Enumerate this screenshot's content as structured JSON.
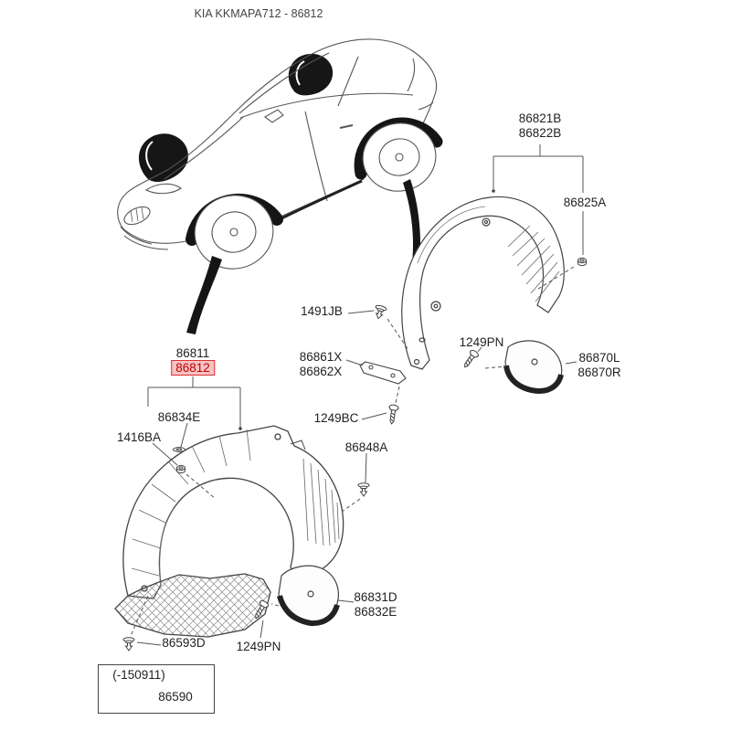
{
  "title": "KIA KKMAPA712 - 86812",
  "colors": {
    "highlight_border": "#e03030",
    "highlight_text": "#c00000",
    "highlight_fill": "#f6c2c2",
    "line": "#555555"
  },
  "labels": {
    "rear_liner_a": "86821B",
    "rear_liner_b": "86822B",
    "rear_clip": "86825A",
    "pin_1491jb": "1491JB",
    "screw_1249pn_rear": "1249PN",
    "mudguard_rear_l": "86870L",
    "mudguard_rear_r": "86870R",
    "bracket_a": "86861X",
    "bracket_b": "86862X",
    "front_liner_a": "86811",
    "front_liner_b": "86812",
    "grommet_86834e": "86834E",
    "nut_1416ba": "1416BA",
    "screw_1249bc": "1249BC",
    "clip_86848a": "86848A",
    "mudguard_front_a": "86831D",
    "mudguard_front_b": "86832E",
    "screw_1249pn_front": "1249PN",
    "screw_86593d": "86593D",
    "date_note": "(-150911)",
    "bolt_86590": "86590"
  }
}
